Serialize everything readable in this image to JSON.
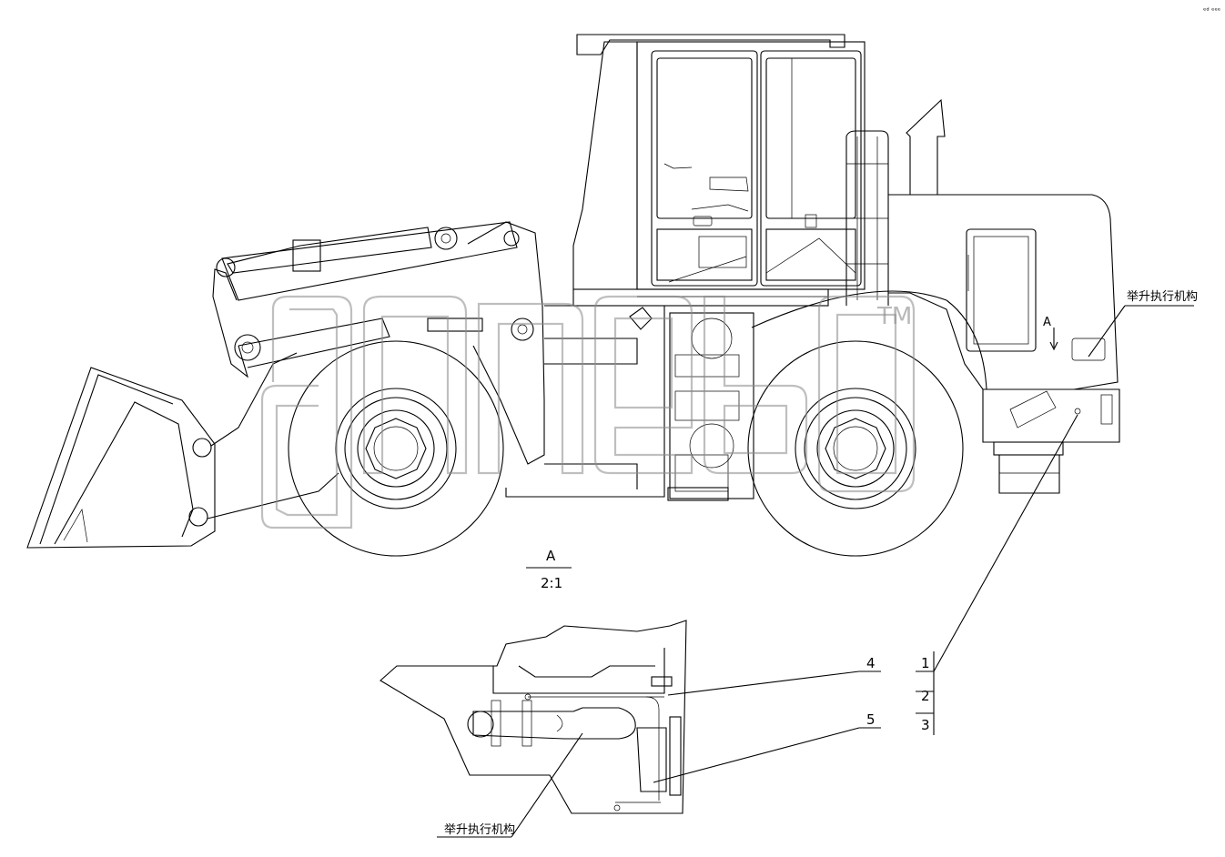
{
  "labels": {
    "lift_top": "举升执行机构",
    "lift_bottom": "举升执行机构",
    "detail_view": "A",
    "detail_scale": "2:1",
    "view_arrow": "A",
    "corner_mark": "ᵉᵈ ᵉᵉᵉ"
  },
  "watermark": {
    "text": "ᵍⁿᵉᵇ",
    "trademark": "TM",
    "color": "#8a8a8a"
  },
  "callouts": [
    {
      "number": "1"
    },
    {
      "number": "2"
    },
    {
      "number": "3"
    },
    {
      "number": "4"
    },
    {
      "number": "5"
    }
  ],
  "colors": {
    "line": "#000000",
    "background": "#ffffff"
  }
}
